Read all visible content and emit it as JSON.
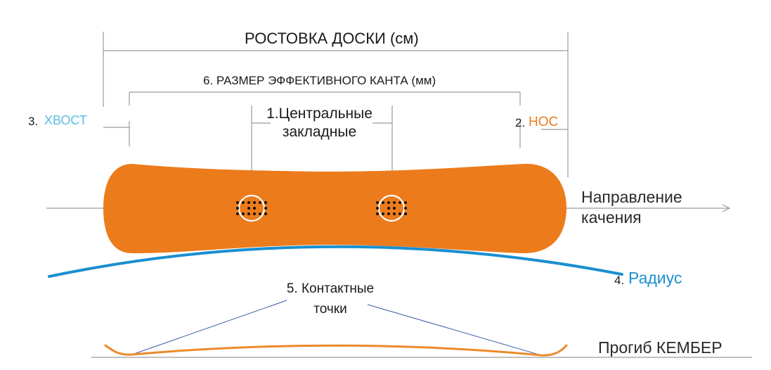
{
  "labels": {
    "board_length": "РОСТОВКА ДОСКИ (см)",
    "effective_edge": "6. РАЗМЕР ЭФФЕКТИВНОГО КАНТА (мм)",
    "central_inserts": {
      "line1": "1.Центральные",
      "line2": "закладные"
    },
    "tail": {
      "number": "3.",
      "text": "ХВОСТ"
    },
    "nose": {
      "number": "2.",
      "text": "НОС"
    },
    "direction": {
      "line1": "Направление",
      "line2": "качения"
    },
    "radius": {
      "number": "4.",
      "text": "Радиус"
    },
    "contact_points": {
      "line1": "5. Контактные",
      "line2": "точки"
    },
    "camber": "Прогиб КЕМБЕР"
  },
  "colors": {
    "board": "#ec7b1c",
    "tail_text": "#5bbde4",
    "nose_text": "#e87e1e",
    "radius": "#1a8fd0",
    "camber_curve": "#ec8a2a",
    "guide_lines": "#9a9a9a",
    "contact_lines": "#3a5aa8",
    "insert_ring": "#ffffff",
    "insert_dots": "#111111"
  },
  "icons": {
    "direction_arrow": "arrow-right-icon",
    "inserts": "insert-pattern-icon"
  }
}
